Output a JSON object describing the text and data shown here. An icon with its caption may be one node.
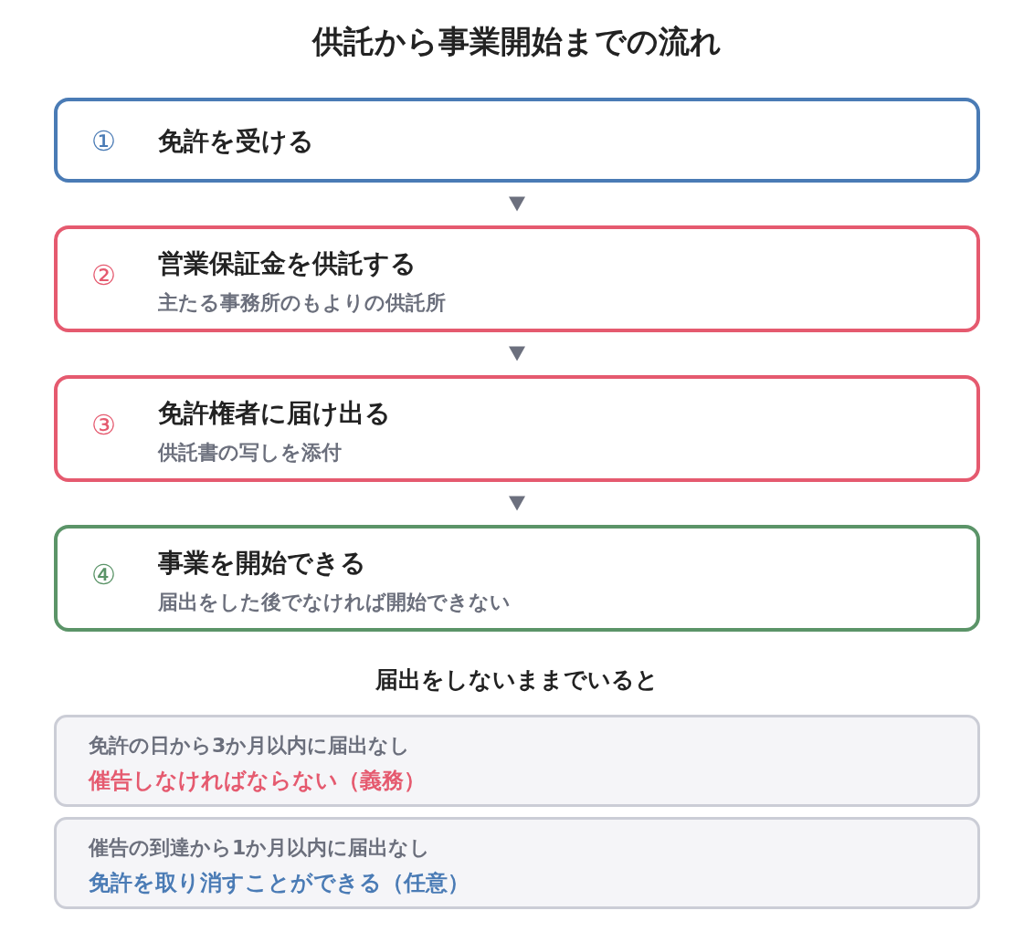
{
  "diagram": {
    "title": "供託から事業開始までの流れ",
    "nodes": [
      {
        "text": [
          "①",
          "免許を受ける"
        ]
      },
      {
        "text": [
          "②",
          "営業保証金を供託する",
          "主たる事務所のもよりの供託所"
        ]
      },
      {
        "text": [
          "③",
          "免許権者に届け出る",
          "供託書の写しを添付"
        ]
      },
      {
        "text": [
          "④",
          "事業を開始できる",
          "届出をした後でなければ開始できない"
        ]
      },
      {
        "text": [
          "免許の日から3か月以内に届出なし",
          "催告しなければならない（義務）"
        ]
      },
      {
        "text": [
          "催告の到達から1か月以内に届出なし",
          "免許を取り消すことができる（任意）"
        ]
      }
    ],
    "edges": [
      {
        "from": 0,
        "to": 1,
        "arrow": "to"
      },
      {
        "from": 1,
        "to": 2,
        "arrow": "to"
      },
      {
        "from": 2,
        "to": 3,
        "arrow": "to"
      }
    ],
    "labels": [
      "届出をしないままでいると"
    ]
  }
}
